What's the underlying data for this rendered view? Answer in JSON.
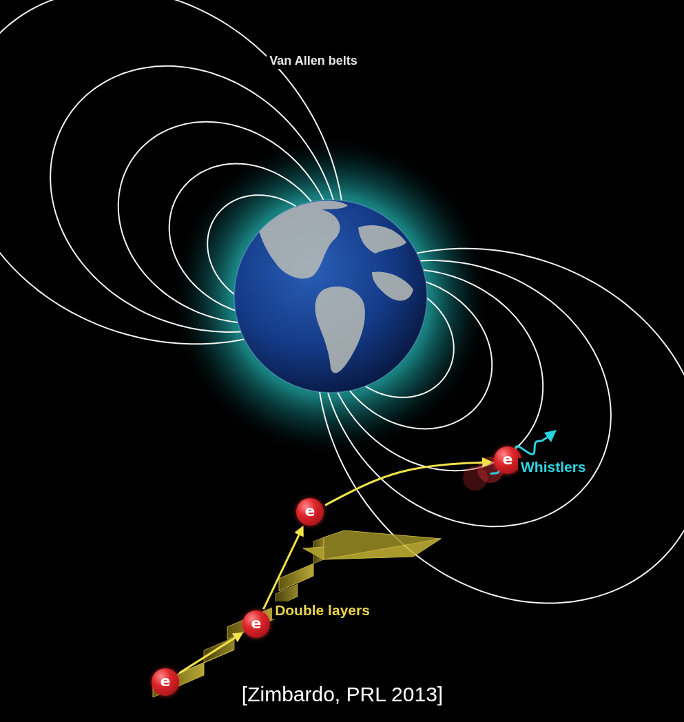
{
  "diagram": {
    "caption": "[Zimbardo, PRL 2013]",
    "nodes": [
      {
        "text": [
          "e"
        ]
      },
      {
        "text": [
          "e"
        ]
      },
      {
        "text": [
          "e"
        ]
      },
      {
        "text": [
          "e"
        ]
      }
    ],
    "edges": [
      {
        "from": 0,
        "to": 1,
        "arrow": "to"
      },
      {
        "from": 1,
        "to": 2,
        "arrow": "to"
      },
      {
        "from": 2,
        "to": 3,
        "arrow": "to"
      }
    ],
    "labels": [
      "Van Allen belts",
      "Whistlers",
      "Double layers"
    ]
  }
}
